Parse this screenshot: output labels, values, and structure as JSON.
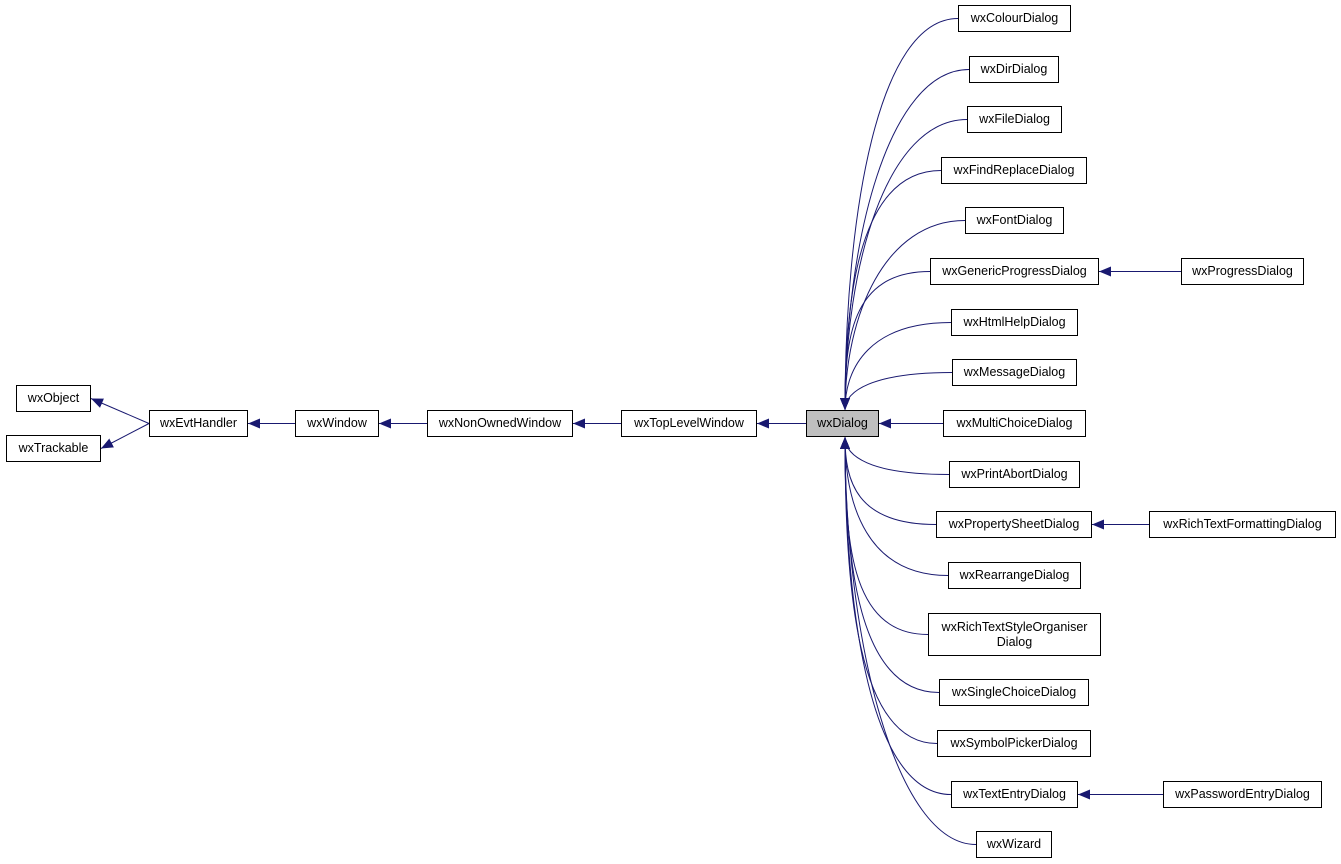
{
  "diagram": {
    "current_class": "wxDialog",
    "colors": {
      "edge": "#191970",
      "node_border": "#000000",
      "node_fill": "#ffffff",
      "current_fill": "#bfbfbf"
    },
    "nodes": {
      "wxObject": "wxObject",
      "wxTrackable": "wxTrackable",
      "wxEvtHandler": "wxEvtHandler",
      "wxWindow": "wxWindow",
      "wxNonOwnedWindow": "wxNonOwnedWindow",
      "wxTopLevelWindow": "wxTopLevelWindow",
      "wxDialog": "wxDialog",
      "wxColourDialog": "wxColourDialog",
      "wxDirDialog": "wxDirDialog",
      "wxFileDialog": "wxFileDialog",
      "wxFindReplaceDialog": "wxFindReplaceDialog",
      "wxFontDialog": "wxFontDialog",
      "wxGenericProgressDialog": "wxGenericProgressDialog",
      "wxProgressDialog": "wxProgressDialog",
      "wxHtmlHelpDialog": "wxHtmlHelpDialog",
      "wxMessageDialog": "wxMessageDialog",
      "wxMultiChoiceDialog": "wxMultiChoiceDialog",
      "wxPrintAbortDialog": "wxPrintAbortDialog",
      "wxPropertySheetDialog": "wxPropertySheetDialog",
      "wxRichTextFormattingDialog": "wxRichTextFormattingDialog",
      "wxRearrangeDialog": "wxRearrangeDialog",
      "wxRichTextStyleOrganiserDialog": "wxRichTextStyleOrganiser\nDialog",
      "wxSingleChoiceDialog": "wxSingleChoiceDialog",
      "wxSymbolPickerDialog": "wxSymbolPickerDialog",
      "wxTextEntryDialog": "wxTextEntryDialog",
      "wxPasswordEntryDialog": "wxPasswordEntryDialog",
      "wxWizard": "wxWizard"
    },
    "edges": [
      {
        "from": "wxEvtHandler",
        "to": "wxObject"
      },
      {
        "from": "wxEvtHandler",
        "to": "wxTrackable"
      },
      {
        "from": "wxWindow",
        "to": "wxEvtHandler"
      },
      {
        "from": "wxNonOwnedWindow",
        "to": "wxWindow"
      },
      {
        "from": "wxTopLevelWindow",
        "to": "wxNonOwnedWindow"
      },
      {
        "from": "wxDialog",
        "to": "wxTopLevelWindow"
      },
      {
        "from": "wxColourDialog",
        "to": "wxDialog"
      },
      {
        "from": "wxDirDialog",
        "to": "wxDialog"
      },
      {
        "from": "wxFileDialog",
        "to": "wxDialog"
      },
      {
        "from": "wxFindReplaceDialog",
        "to": "wxDialog"
      },
      {
        "from": "wxFontDialog",
        "to": "wxDialog"
      },
      {
        "from": "wxGenericProgressDialog",
        "to": "wxDialog"
      },
      {
        "from": "wxHtmlHelpDialog",
        "to": "wxDialog"
      },
      {
        "from": "wxMessageDialog",
        "to": "wxDialog"
      },
      {
        "from": "wxMultiChoiceDialog",
        "to": "wxDialog"
      },
      {
        "from": "wxPrintAbortDialog",
        "to": "wxDialog"
      },
      {
        "from": "wxPropertySheetDialog",
        "to": "wxDialog"
      },
      {
        "from": "wxRearrangeDialog",
        "to": "wxDialog"
      },
      {
        "from": "wxRichTextStyleOrganiserDialog",
        "to": "wxDialog"
      },
      {
        "from": "wxSingleChoiceDialog",
        "to": "wxDialog"
      },
      {
        "from": "wxSymbolPickerDialog",
        "to": "wxDialog"
      },
      {
        "from": "wxTextEntryDialog",
        "to": "wxDialog"
      },
      {
        "from": "wxWizard",
        "to": "wxDialog"
      },
      {
        "from": "wxProgressDialog",
        "to": "wxGenericProgressDialog"
      },
      {
        "from": "wxRichTextFormattingDialog",
        "to": "wxPropertySheetDialog"
      },
      {
        "from": "wxPasswordEntryDialog",
        "to": "wxTextEntryDialog"
      }
    ]
  }
}
